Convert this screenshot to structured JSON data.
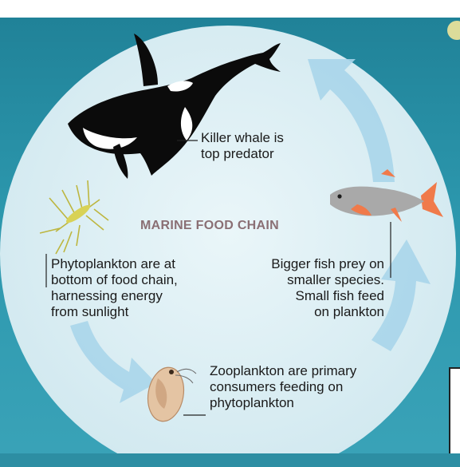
{
  "diagram": {
    "title": "MARINE FOOD CHAIN",
    "organisms": [
      {
        "name": "killer-whale",
        "label_lines": [
          "Killer whale is",
          "top predator"
        ]
      },
      {
        "name": "fish",
        "label_lines": [
          "Bigger fish prey on",
          "smaller species.",
          "Small fish feed",
          "on plankton"
        ]
      },
      {
        "name": "zooplankton",
        "label_lines": [
          "Zooplankton are primary",
          "consumers feeding on",
          "phytoplankton"
        ]
      },
      {
        "name": "phytoplankton",
        "label_lines": [
          "Phytoplankton are at",
          "bottom of food chain,",
          "harnessing energy",
          "from sunlight"
        ]
      }
    ]
  },
  "colors": {
    "ocean": "#2c97ad",
    "circle": "#dff0f5",
    "arrow": "#a9d5ea",
    "title": "#8a6f74",
    "fish_body": "#a8a8a8",
    "fish_fin": "#f07a4a",
    "phytoplankton": "#c8c34a",
    "zooplankton": "#e4c4a3"
  }
}
